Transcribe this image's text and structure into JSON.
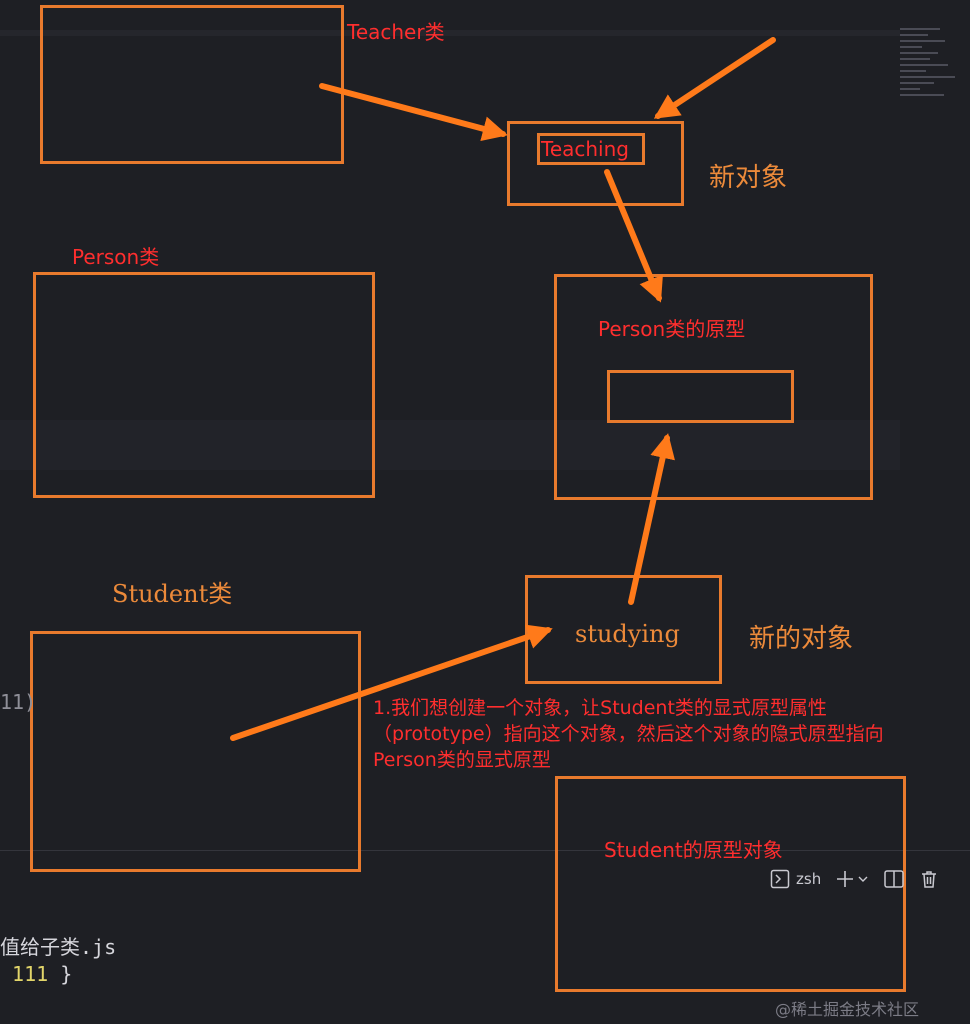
{
  "labels": {
    "teacher_class": "Teacher类",
    "teaching": "Teaching",
    "new_object": "新对象",
    "person_class": "Person类",
    "person_prototype": "Person类的原型",
    "student_class": "Student类",
    "studying": "studying",
    "new_object_2": "新的对象",
    "student_prototype_object": "Student的原型对象"
  },
  "note": {
    "line1": "1.我们想创建一个对象，让Student类的显式原型属性",
    "line2": "（prototype）指向这个对象，然后这个对象的隐式原型指向",
    "line3": "Person类的显式原型"
  },
  "terminal": {
    "shell": "zsh",
    "file_name": "值给子类.js",
    "output_value": "111",
    "output_close": " }",
    "paren": "11)"
  },
  "watermark": "@稀土掘金技术社区",
  "colors": {
    "box_border": "#e87a2d",
    "arrow": "#ff7a1a",
    "red_text": "#ff2e2e",
    "orange_text": "#ec8a3a",
    "background": "#1e1f24"
  }
}
